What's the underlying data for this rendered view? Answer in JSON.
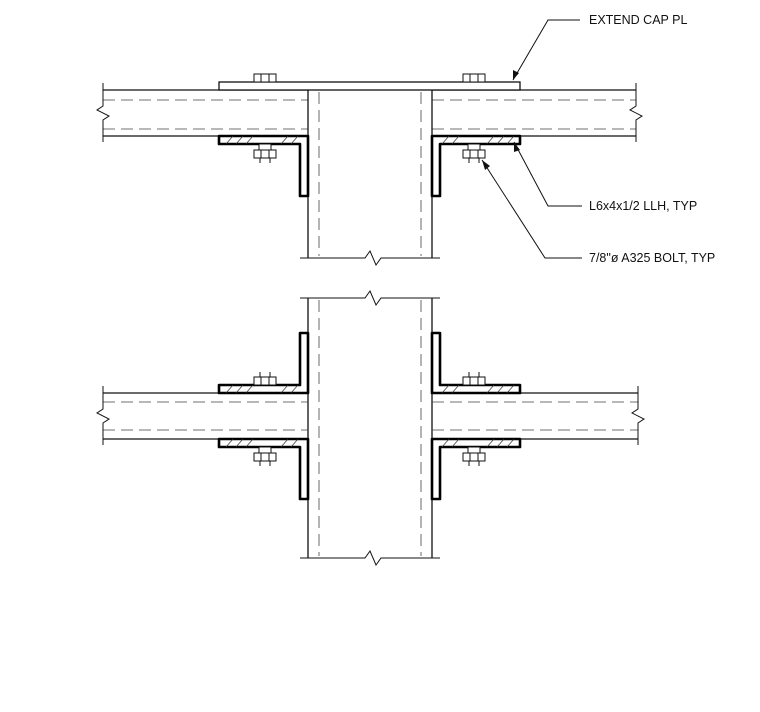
{
  "callouts": {
    "cap_plate": "EXTEND CAP PL",
    "angle": "L6x4x1/2 LLH, TYP",
    "bolt": "7/8\"ø A325 BOLT, TYP"
  }
}
